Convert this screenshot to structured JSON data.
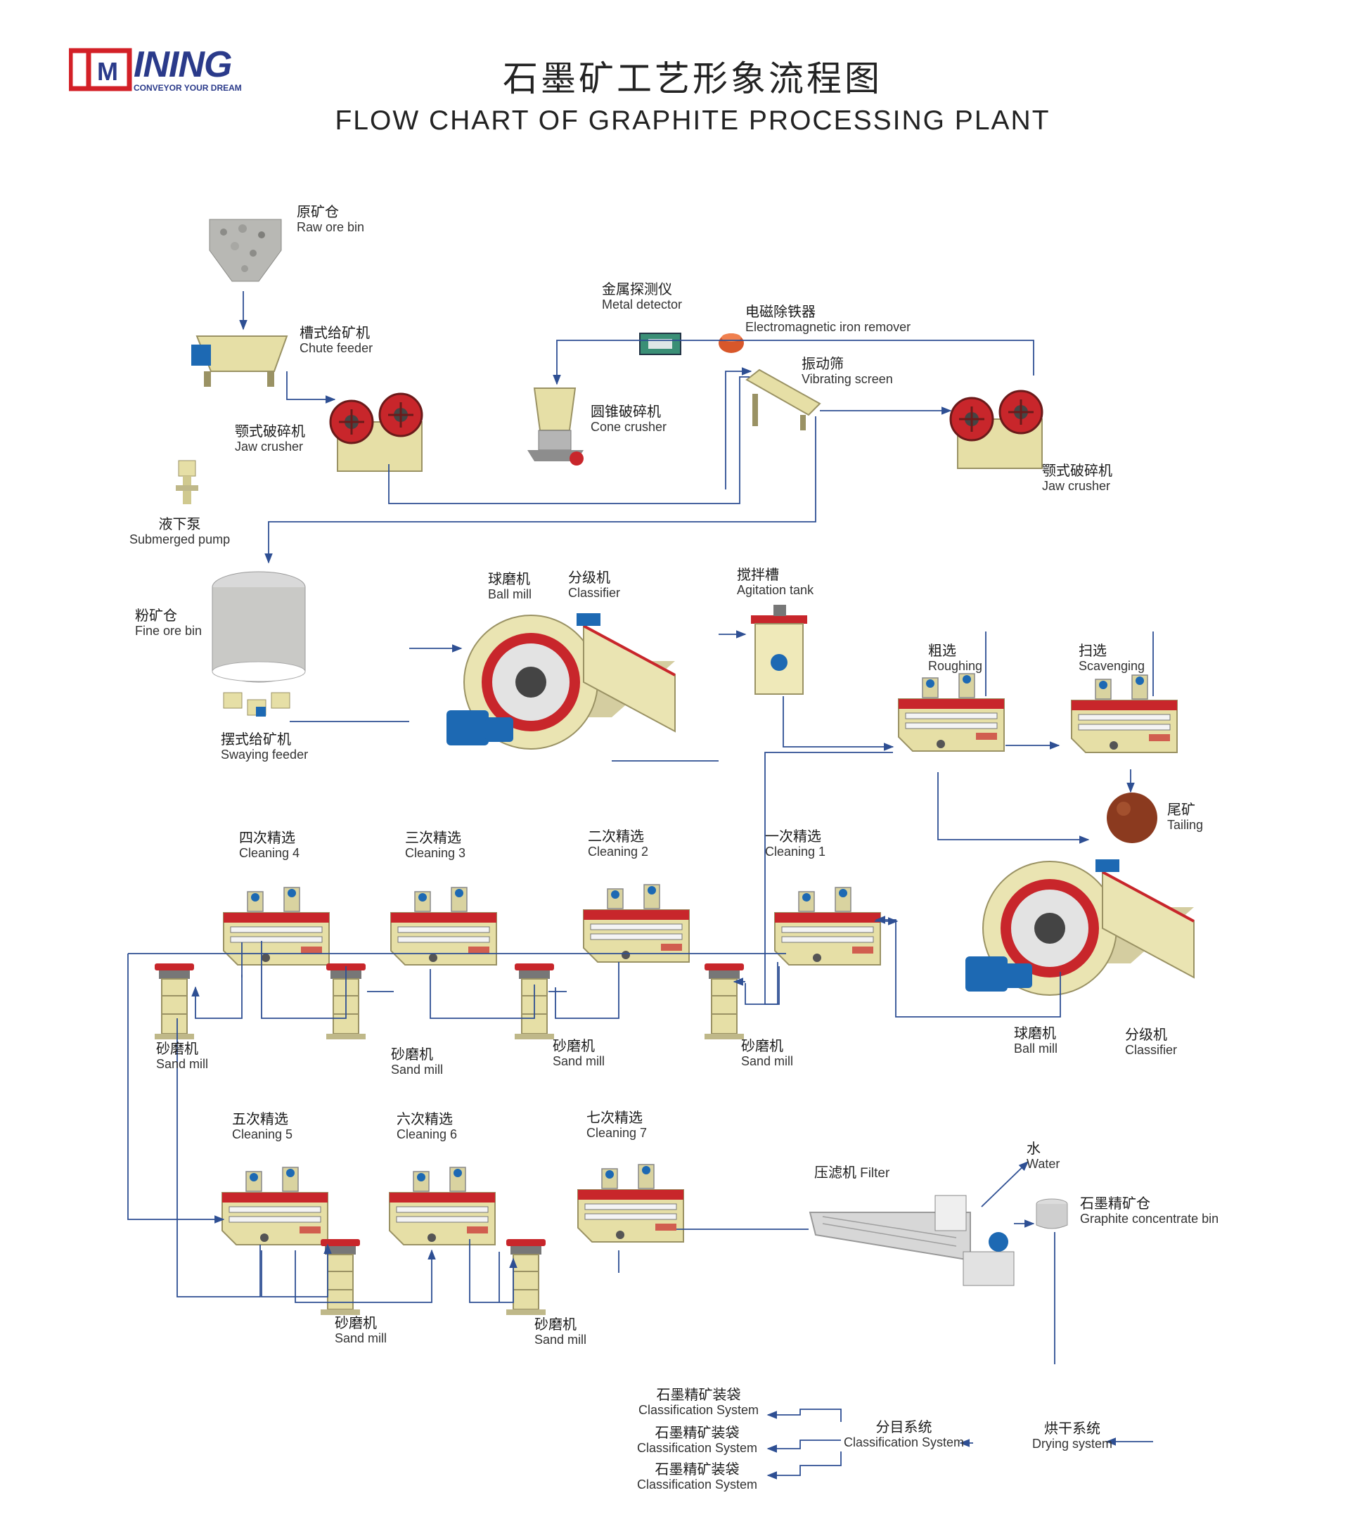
{
  "logo": {
    "word": "INING",
    "slogan": "CONVEYOR YOUR DREAM"
  },
  "title": {
    "zh": "石墨矿工艺形象流程图",
    "en": "FLOW CHART OF GRAPHITE PROCESSING PLANT"
  },
  "labels": {
    "raw_ore_bin": {
      "zh": "原矿仓",
      "en": "Raw ore bin"
    },
    "chute_feeder": {
      "zh": "槽式给矿机",
      "en": "Chute feeder"
    },
    "jaw_crusher_1": {
      "zh": "颚式破碎机",
      "en": "Jaw  crusher"
    },
    "metal_detector": {
      "zh": "金属探测仪",
      "en": "Metal detector"
    },
    "iron_remover": {
      "zh": "电磁除铁器",
      "en": "Electromagnetic iron remover"
    },
    "vibrating_screen": {
      "zh": "振动筛",
      "en": "Vibrating screen"
    },
    "cone_crusher": {
      "zh": "圆锥破碎机",
      "en": "Cone crusher"
    },
    "jaw_crusher_2": {
      "zh": "颚式破碎机",
      "en": "Jaw crusher"
    },
    "submerged_pump": {
      "zh": "液下泵",
      "en": "Submerged pump"
    },
    "fine_ore_bin": {
      "zh": "粉矿仓",
      "en": "Fine ore bin"
    },
    "swaying_feeder": {
      "zh": "摆式给矿机",
      "en": "Swaying feeder"
    },
    "ball_mill_1": {
      "zh": "球磨机",
      "en": "Ball mill"
    },
    "classifier_1": {
      "zh": "分级机",
      "en": "Classifier"
    },
    "agitation_tank": {
      "zh": "搅拌槽",
      "en": "Agitation tank"
    },
    "roughing": {
      "zh": "粗选",
      "en": "Roughing"
    },
    "scavenging": {
      "zh": "扫选",
      "en": "Scavenging"
    },
    "tailing": {
      "zh": "尾矿",
      "en": "Tailing"
    },
    "cleaning_4": {
      "zh": "四次精选",
      "en": "Cleaning 4"
    },
    "cleaning_3": {
      "zh": "三次精选",
      "en": "Cleaning 3"
    },
    "cleaning_2": {
      "zh": "二次精选",
      "en": "Cleaning 2"
    },
    "cleaning_1": {
      "zh": "一次精选",
      "en": "Cleaning 1"
    },
    "ball_mill_2": {
      "zh": "球磨机",
      "en": "Ball mill"
    },
    "classifier_2": {
      "zh": "分级机",
      "en": "Classifier"
    },
    "sand_mill_1": {
      "zh": "砂磨机",
      "en": "Sand mill"
    },
    "sand_mill_2": {
      "zh": "砂磨机",
      "en": "Sand mill"
    },
    "sand_mill_3": {
      "zh": "砂磨机",
      "en": "Sand mill"
    },
    "sand_mill_4": {
      "zh": "砂磨机",
      "en": "Sand mill"
    },
    "cleaning_5": {
      "zh": "五次精选",
      "en": "Cleaning 5"
    },
    "cleaning_6": {
      "zh": "六次精选",
      "en": "Cleaning 6"
    },
    "cleaning_7": {
      "zh": "七次精选",
      "en": "Cleaning 7"
    },
    "filter": {
      "zh": "压滤机",
      "en": "Filter"
    },
    "water": {
      "zh": "水",
      "en": "Water"
    },
    "concentrate_bin": {
      "zh": "石墨精矿仓",
      "en": "Graphite concentrate bin"
    },
    "sand_mill_5": {
      "zh": "砂磨机",
      "en": "Sand mill"
    },
    "sand_mill_6": {
      "zh": "砂磨机",
      "en": "Sand mill"
    },
    "bagging_1": {
      "zh": "石墨精矿装袋",
      "en": "Classification System"
    },
    "bagging_2": {
      "zh": "石墨精矿装袋",
      "en": "Classification System"
    },
    "bagging_3": {
      "zh": "石墨精矿装袋",
      "en": "Classification System"
    },
    "classification": {
      "zh": "分目系统",
      "en": "Classification System"
    },
    "drying": {
      "zh": "烘干系统",
      "en": "Drying system"
    }
  },
  "colors": {
    "flow_line": "#2e4f93",
    "machine_body": "#e6dfa6",
    "machine_red": "#c8262b",
    "motor_blue": "#1d69b3",
    "logo_red": "#d32027",
    "logo_blue": "#2a3a8a"
  }
}
